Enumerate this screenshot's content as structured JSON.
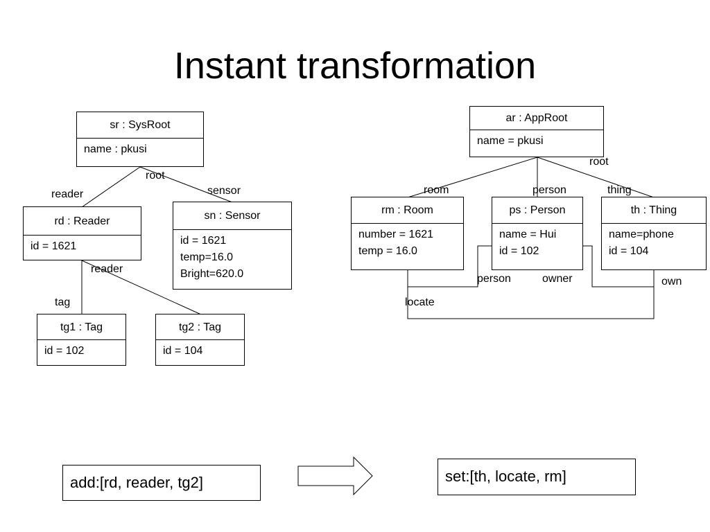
{
  "title": "Instant transformation",
  "left_model": {
    "sr": {
      "head": "sr : SysRoot",
      "attrs": [
        "name : pkusi"
      ]
    },
    "rd": {
      "head": "rd : Reader",
      "attrs": [
        "id = 1621"
      ]
    },
    "sn": {
      "head": "sn : Sensor",
      "attrs": [
        "id = 1621",
        "temp=16.0",
        "Bright=620.0"
      ]
    },
    "tg1": {
      "head": "tg1 : Tag",
      "attrs": [
        "id = 102"
      ]
    },
    "tg2": {
      "head": "tg2 : Tag",
      "attrs": [
        "id = 104"
      ]
    },
    "labels": {
      "root": "root",
      "reader": "reader",
      "sensor": "sensor",
      "reader2": "reader",
      "tag": "tag"
    }
  },
  "right_model": {
    "ar": {
      "head": "ar : AppRoot",
      "attrs": [
        "name = pkusi"
      ]
    },
    "rm": {
      "head": "rm : Room",
      "attrs": [
        "number = 1621",
        "temp = 16.0"
      ]
    },
    "ps": {
      "head": "ps : Person",
      "attrs": [
        "name = Hui",
        "id = 102"
      ]
    },
    "th": {
      "head": "th : Thing",
      "attrs": [
        "name=phone",
        "id = 104"
      ]
    },
    "labels": {
      "root": "root",
      "room": "room",
      "person": "person",
      "thing": "thing",
      "person2": "person",
      "owner": "owner",
      "own": "own",
      "locate": "locate"
    }
  },
  "operations": {
    "source": "add:[rd, reader, tg2]",
    "target": "set:[th, locate, rm]"
  }
}
